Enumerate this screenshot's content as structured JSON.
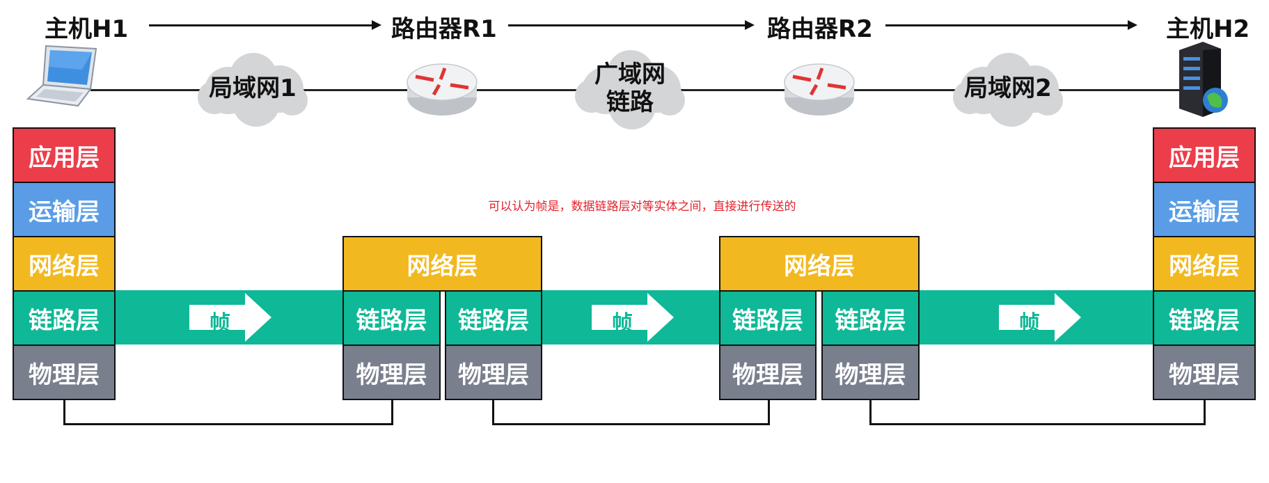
{
  "nodes": {
    "h1": "主机H1",
    "r1": "路由器R1",
    "r2": "路由器R2",
    "h2": "主机H2"
  },
  "networks": {
    "lan1": "局域网1",
    "wan_line1": "广域网",
    "wan_line2": "链路",
    "lan2": "局域网2"
  },
  "layers": {
    "application": "应用层",
    "transport": "运输层",
    "network": "网络层",
    "link": "链路层",
    "physical": "物理层"
  },
  "frame_label": "帧",
  "annotation": "可以认为帧是，数据链路层对等实体之间，直接进行传送的",
  "colors": {
    "application": "#ec3d4a",
    "transport": "#5a9de6",
    "network": "#f2b81f",
    "link": "#0fb897",
    "physical": "#7a7f8e",
    "annotation": "#e3222c"
  },
  "icons": {
    "h1": "laptop-icon",
    "r1": "router-icon",
    "r2": "router-icon",
    "h2": "server-icon"
  }
}
